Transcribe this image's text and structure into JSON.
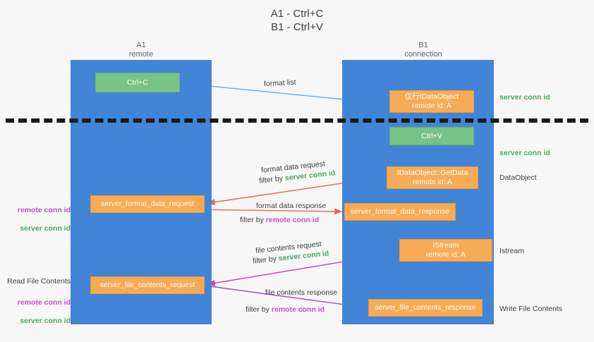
{
  "title": "A1 - Ctrl+C\nB1 - Ctrl+V",
  "columns": {
    "left": "A1\nremote",
    "right": "B1\nconnection"
  },
  "boxes": {
    "ctrl_c": "Ctrl+C",
    "idataobject": "仅行IDataObject\nremote id: A",
    "ctrl_v": "Ctrl+V",
    "getdata": "IDataObject::GetData\nremote id: A",
    "istream": "IStream\nremote id: A",
    "server_format_data_request": "server_format_data_request",
    "server_format_data_response": "server_format_data_response",
    "server_file_contents_request": "server_file_contents_request",
    "server_file_contents_response": "server_file_contents_response"
  },
  "right_labels": {
    "server_conn_id_1": "server conn id",
    "server_conn_id_2": "server conn id",
    "dataobject": "DataObject",
    "istream": "Istream",
    "write_file_contents": "Write File Contents"
  },
  "left_labels": {
    "conn_ids_1": {
      "remote": "remote conn id",
      "server": "server conn id"
    },
    "read_file_contents": "Read File Contents",
    "conn_ids_2": {
      "remote": "remote conn id",
      "server": "server conn id"
    }
  },
  "arrow_captions": {
    "format_list": "format list",
    "format_data_request": "format data request",
    "format_data_request_filter_prefix": "filter by ",
    "format_data_request_filter_value": "server conn id",
    "format_data_response": "format data response",
    "format_data_response_filter_prefix": "filter by ",
    "format_data_response_filter_value": "remote conn id",
    "file_contents_request": "file contents request",
    "file_contents_request_filter_prefix": "filter by ",
    "file_contents_request_filter_value": "server conn id",
    "file_contents_response": "file contents response",
    "file_contents_response_filter_prefix": "filter by ",
    "file_contents_response_filter_value": "remote conn id"
  },
  "colors": {
    "lane": "#4285d6",
    "green_box": "#76c484",
    "orange_box": "#f9ab54",
    "server_conn_id": "#4aa863",
    "remote_conn_id": "#c24fd4",
    "arrow_blue": "#69b0e8",
    "arrow_red": "#e8655a",
    "arrow_magenta": "#cc39bf",
    "arrow_purple": "#9b4fd4",
    "arrow_black": "#1a1a1a",
    "background": "#f7f7f7"
  }
}
